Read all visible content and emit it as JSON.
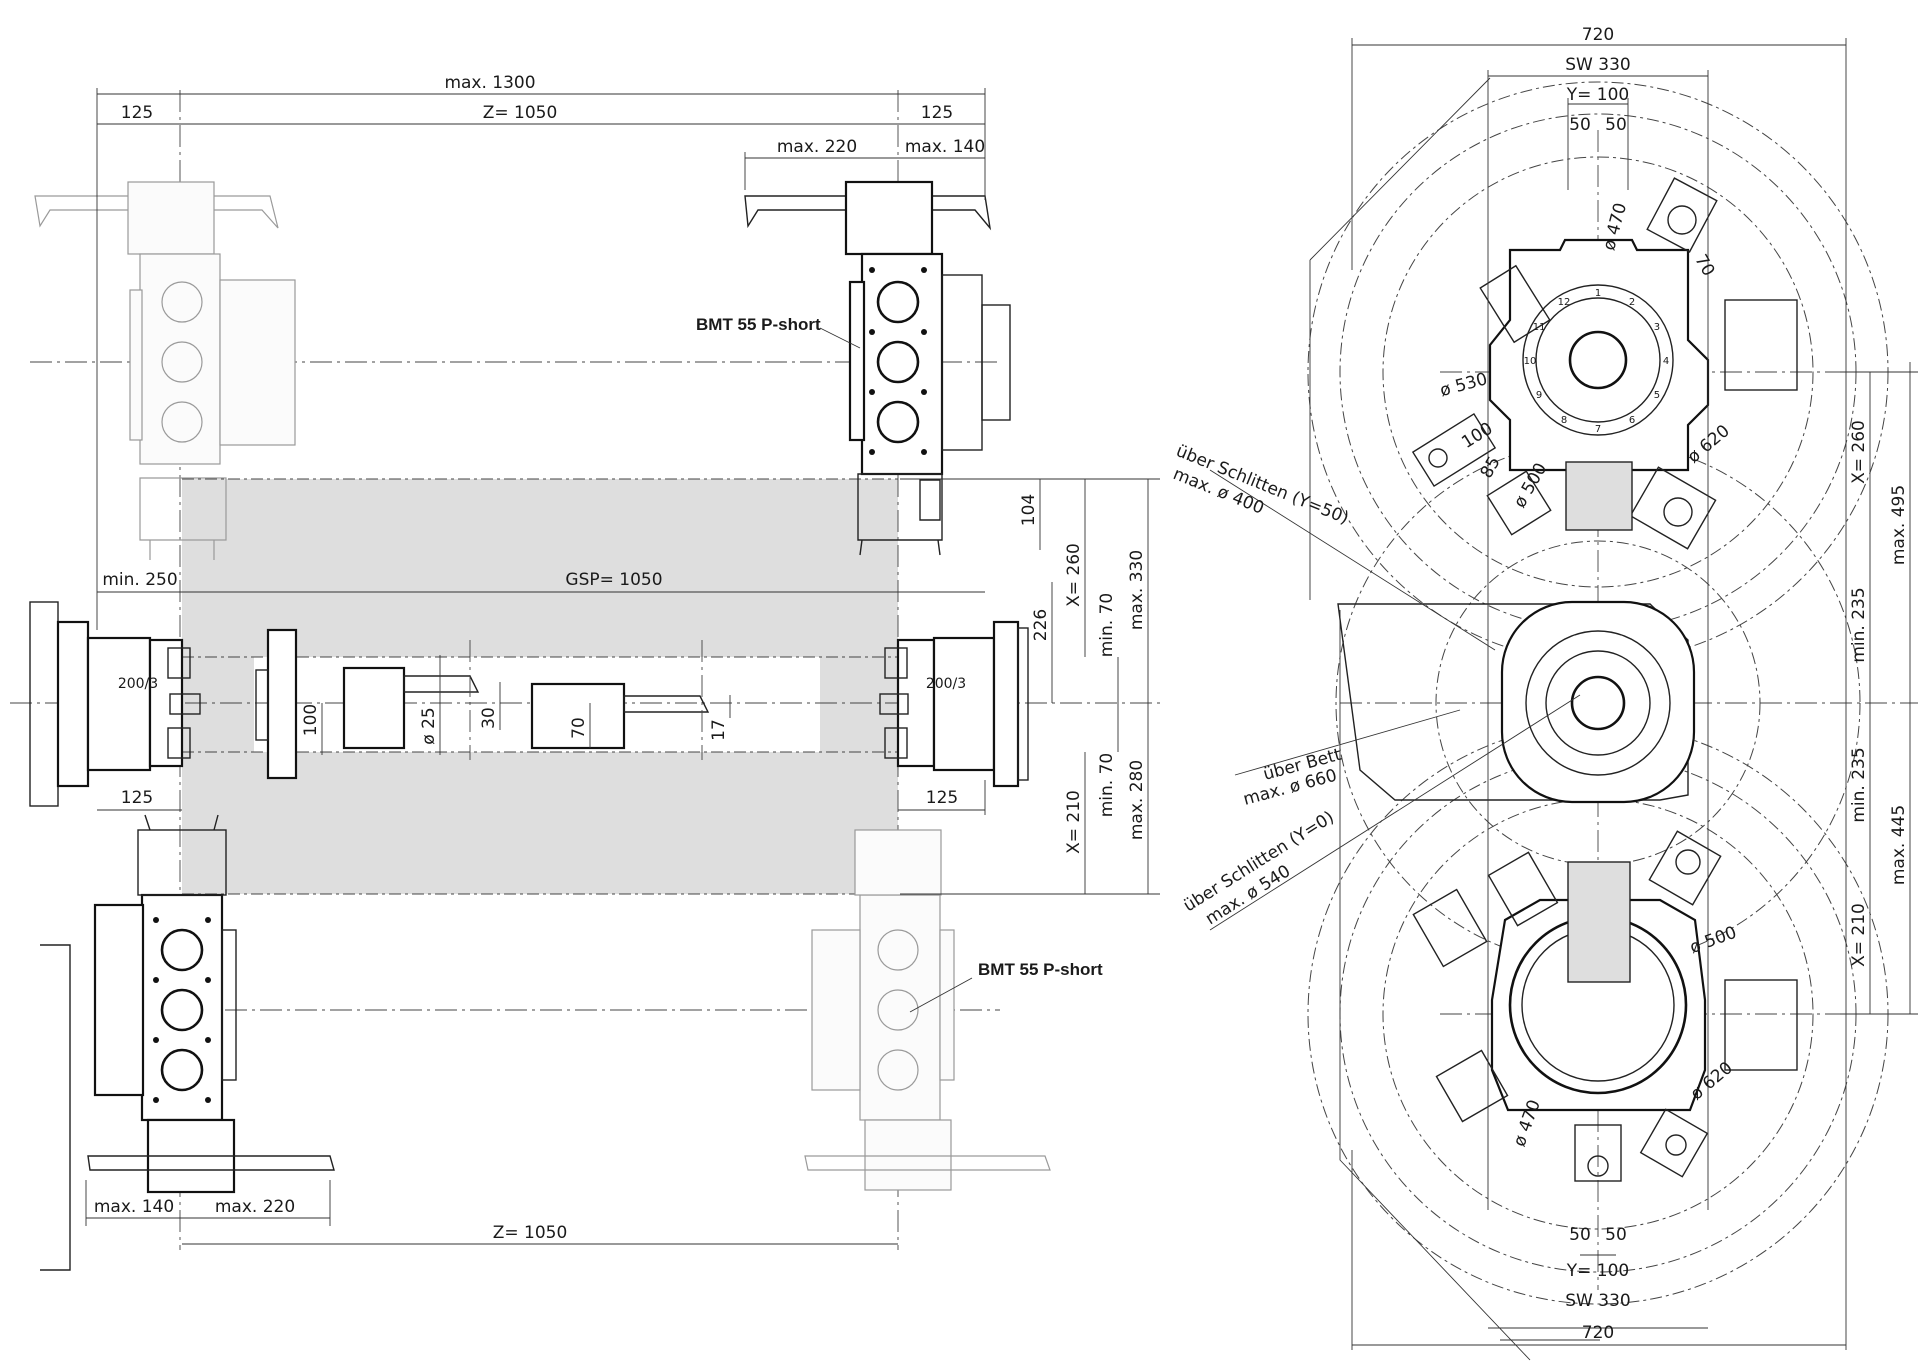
{
  "colors": {
    "line": "#111111",
    "shade": "#dedede",
    "faint": "#9a9a9a",
    "background": "#ffffff"
  },
  "dims": {
    "max_1300": "max. 1300",
    "l_125_top": "125",
    "z_1050_top": "Z= 1050",
    "r_125_top": "125",
    "max_220_top": "max. 220",
    "max_140_top": "max. 140",
    "min_250": "min. 250",
    "gsp_1050": "GSP= 1050",
    "l_125_mid": "125",
    "r_125_mid": "125",
    "d104": "104",
    "x260_left": "X= 260",
    "max330": "max. 330",
    "d226": "226",
    "min70_top": "min. 70",
    "d100": "100",
    "d25": "ø 25",
    "d30": "30",
    "d70": "70",
    "d17": "17",
    "x210_left": "X= 210",
    "min70_bot": "min. 70",
    "max280": "max. 280",
    "max140_bot": "max. 140",
    "max220_bot": "max. 220",
    "z_1050_bot": "Z= 1050",
    "w720_top": "720",
    "sw330_top": "SW 330",
    "y100_top": "Y= 100",
    "fifty_a": "50",
    "fifty_b": "50",
    "d470_top": "ø 470",
    "d70_right": "70",
    "d530": "ø 530",
    "d100_right": "100",
    "d85": "85",
    "d500_top": "ø 500",
    "d620_top": "ø 620",
    "x260_right": "X= 260",
    "max495": "max. 495",
    "min235_top": "min. 235",
    "min235_bot": "min. 235",
    "max445": "max. 445",
    "x210_right": "X= 210",
    "d500_bot": "ø 500",
    "d620_bot": "ø 620",
    "d470_bot": "ø 470",
    "fifty_c": "50",
    "fifty_d": "50",
    "y100_bot": "Y= 100",
    "sw330_bot": "SW 330",
    "w720_bot": "720"
  },
  "labels": {
    "bmt_top": "BMT 55 P-short",
    "bmt_bot": "BMT 55 P-short",
    "chuck_left": "200/3",
    "chuck_right": "200/3",
    "over_slide_y50": "über Schlitten (Y=50)",
    "over_slide_y50_max": "max. ø 400",
    "over_bed": "über Bett",
    "over_bed_max": "max. ø 660",
    "over_slide_y0": "über Schlitten (Y=0)",
    "over_slide_y0_max": "max. ø 540"
  },
  "turret_numbers": [
    "1",
    "2",
    "3",
    "4",
    "5",
    "6",
    "7",
    "8",
    "9",
    "10",
    "11",
    "12"
  ]
}
